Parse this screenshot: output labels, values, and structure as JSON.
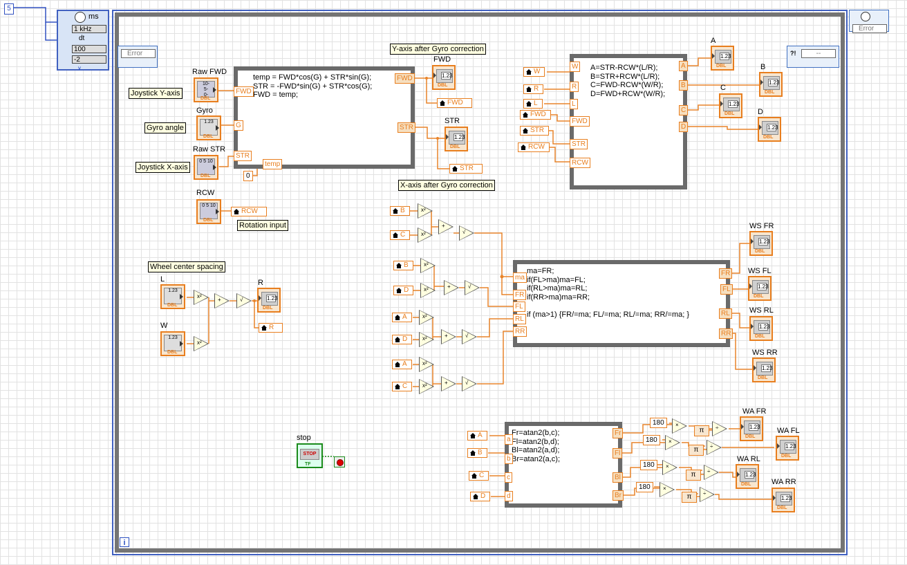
{
  "numeric_constant": "5",
  "timer": {
    "unit": "ms",
    "rate": "1 kHz",
    "dt": "dt",
    "count": "100",
    "offset": "-2"
  },
  "error_in": "Error",
  "error_out": "Error",
  "status_out": "--",
  "labels": {
    "raw_fwd": "Raw FWD",
    "gyro": "Gyro",
    "raw_str": "Raw STR",
    "rcw": "RCW",
    "fwd_out": "FWD",
    "str_out": "STR",
    "L": "L",
    "W": "W",
    "R": "R",
    "A": "A",
    "B": "B",
    "C": "C",
    "D": "D",
    "ws_fr": "WS FR",
    "ws_fl": "WS FL",
    "ws_rl": "WS RL",
    "ws_rr": "WS RR",
    "wa_fr": "WA FR",
    "wa_fl": "WA FL",
    "wa_rl": "WA RL",
    "wa_rr": "WA RR",
    "stop": "stop"
  },
  "free_labels": {
    "joystick_y": "Joystick Y-axis",
    "gyro_angle": "Gyro angle",
    "joystick_x": "Joystick X-axis",
    "rotation": "Rotation input",
    "wheel_spacing": "Wheel center spacing",
    "y_after": "Y-axis after Gyro correction",
    "x_after": "X-axis after Gyro correction"
  },
  "formula1": {
    "code": "temp = FWD*cos(G) + STR*sin(G);\nSTR = -FWD*sin(G) + STR*cos(G);\nFWD = temp;",
    "inputs": [
      "FWD",
      "G",
      "STR",
      "temp"
    ],
    "outputs": [
      "FWD",
      "STR"
    ],
    "const": "0"
  },
  "formula2": {
    "code": "A=STR-RCW*(L/R);\nB=STR+RCW*(L/R);\nC=FWD-RCW*(W/R);\nD=FWD+RCW*(W/R);",
    "inputs": [
      "W",
      "R",
      "L",
      "FWD",
      "STR",
      "RCW"
    ],
    "outputs": [
      "A",
      "B",
      "C",
      "D"
    ]
  },
  "formula3": {
    "code": "ma=FR;\nif(FL>ma)ma=FL;\nif(RL>ma)ma=RL;\nif(RR>ma)ma=RR;\n\nif (ma>1) {FR/=ma; FL/=ma; RL/=ma; RR/=ma; }",
    "inputs": [
      "ma",
      "FR",
      "FL",
      "RL",
      "RR"
    ],
    "outputs": [
      "FR",
      "FL",
      "RL",
      "RR"
    ]
  },
  "formula4": {
    "code": "Fr=atan2(b,c);\nFl=atan2(b,d);\nBl=atan2(a,d);\nBr=atan2(a,c);",
    "inputs": [
      "a",
      "b",
      "c",
      "d"
    ],
    "outputs": [
      "Fr",
      "Fl",
      "Bl",
      "Br"
    ]
  },
  "locals": {
    "fwd": "FWD",
    "str": "STR",
    "rcw": "RCW",
    "r": "R",
    "w": "W",
    "rr": "R",
    "l": "L",
    "fwd2": "FWD",
    "str2": "STR",
    "rcw2": "RCW",
    "b1": "B",
    "c1": "C",
    "b2": "B",
    "d1": "D",
    "a1": "A",
    "d2": "D",
    "a2": "A",
    "c2": "C",
    "a3": "A",
    "b3": "B",
    "c3": "C",
    "d3": "D"
  },
  "consts": {
    "k180": "180",
    "pi": "π"
  },
  "prims": {
    "sq": "x²",
    "add": "+",
    "sqrt": "√",
    "mul": "×",
    "div": "÷"
  },
  "indicator_value": "1.23",
  "dbl": "DBL",
  "stop_button": "STOP",
  "tf": "TF",
  "iter": "i"
}
